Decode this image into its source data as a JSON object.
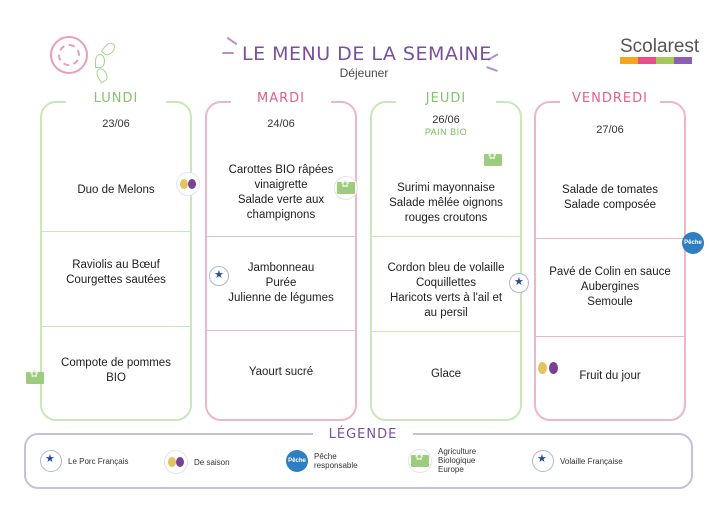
{
  "header": {
    "title": "LE MENU DE LA SEMAINE",
    "subtitle": "Déjeuner",
    "brand": "Scolarest",
    "brand_colors": [
      "#f4a61c",
      "#e94e88",
      "#a6c85a",
      "#8c5fb3"
    ]
  },
  "days": [
    {
      "name": "LUNDI",
      "date": "23/06",
      "theme": "green",
      "dishes": [
        "Duo de Melons",
        "Raviolis au Bœuf\nCourgettes sautées",
        "Compote de pommes\nBIO",
        ""
      ]
    },
    {
      "name": "MARDI",
      "date": "24/06",
      "theme": "pink",
      "dishes": [
        "Carottes BIO râpées\nvinaigrette\nSalade verte aux\nchampignons",
        "Jambonneau\nPurée\nJulienne de légumes",
        "Yaourt sucré",
        ""
      ]
    },
    {
      "name": "JEUDI",
      "date": "26/06",
      "extra": "PAIN BIO",
      "theme": "green",
      "dishes": [
        "Surimi mayonnaise\nSalade mêlée oignons\nrouges croutons",
        "Cordon bleu de volaille\nCoquillettes\nHaricots verts à l'ail et\nau persil",
        "Glace",
        ""
      ]
    },
    {
      "name": "VENDREDI",
      "date": "27/06",
      "theme": "pink",
      "dishes": [
        "Salade de tomates\nSalade composée",
        "Pavé de Colin en sauce\nAubergines\nSemoule",
        "Fruit du jour",
        ""
      ]
    }
  ],
  "badges": {
    "peche_short": "Pêche"
  },
  "legend": {
    "title": "LÉGENDE",
    "items": [
      {
        "icon": "porc-francais-icon",
        "label": "Le Porc Français"
      },
      {
        "icon": "de-saison-icon",
        "label": "De saison"
      },
      {
        "icon": "peche-responsable-icon",
        "label": "Pêche\nresponsable"
      },
      {
        "icon": "agriculture-biologique-icon",
        "label": "Agriculture\nBiologique\nEurope"
      },
      {
        "icon": "volaille-francaise-icon",
        "label": "Volaille Française"
      }
    ]
  }
}
